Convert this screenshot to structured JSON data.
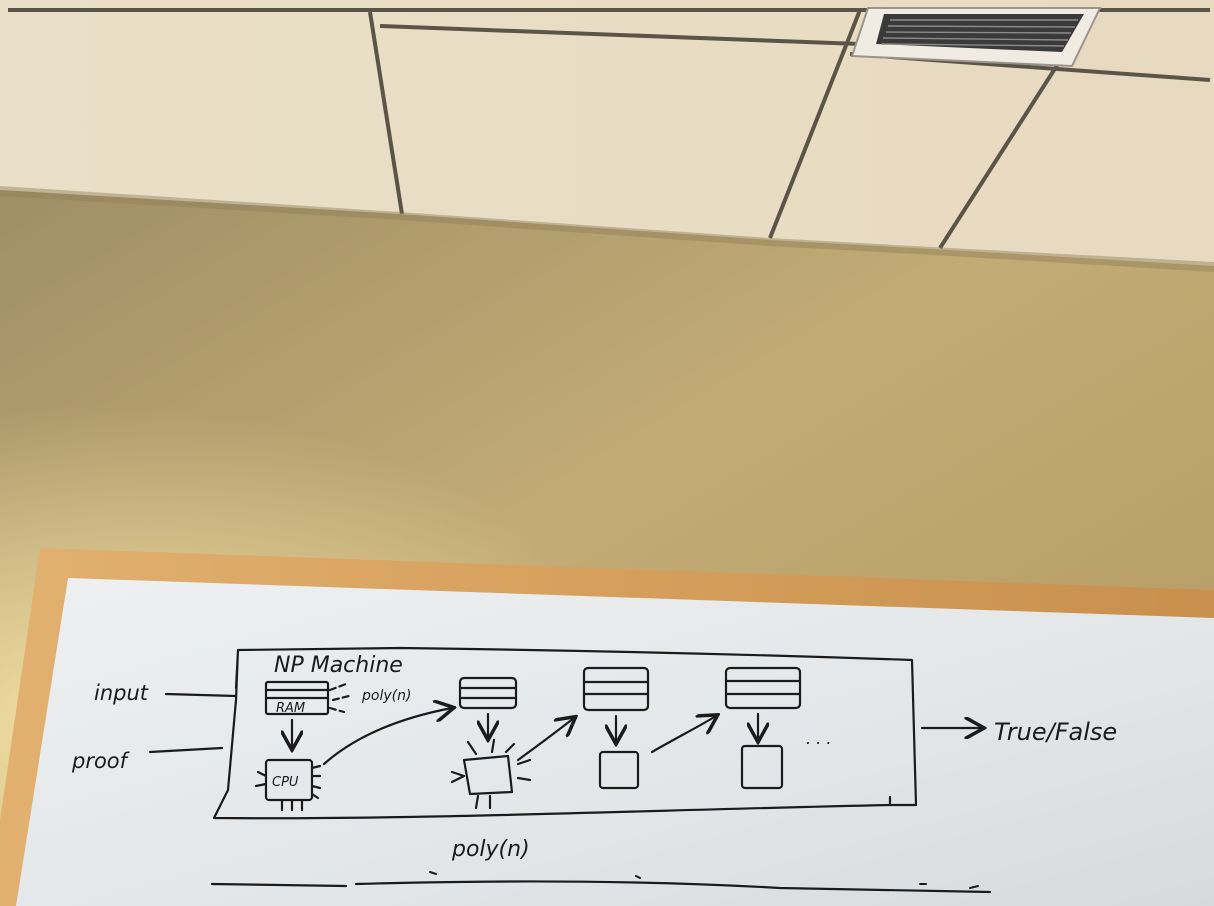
{
  "diagram": {
    "title": "NP Machine",
    "input_label": "input",
    "proof_label": "proof",
    "ram_label": "RAM",
    "cpu_label": "CPU",
    "ram_size_label": "poly(n)",
    "steps_label": "poly(n)",
    "ellipsis": ". . .",
    "output_label": "True/False"
  },
  "colors": {
    "ceiling": "#e9dcc4",
    "wall": "#b59e68",
    "frame": "#d9a568",
    "board": "#e6e8ea",
    "ink": "#1b1b1b"
  }
}
